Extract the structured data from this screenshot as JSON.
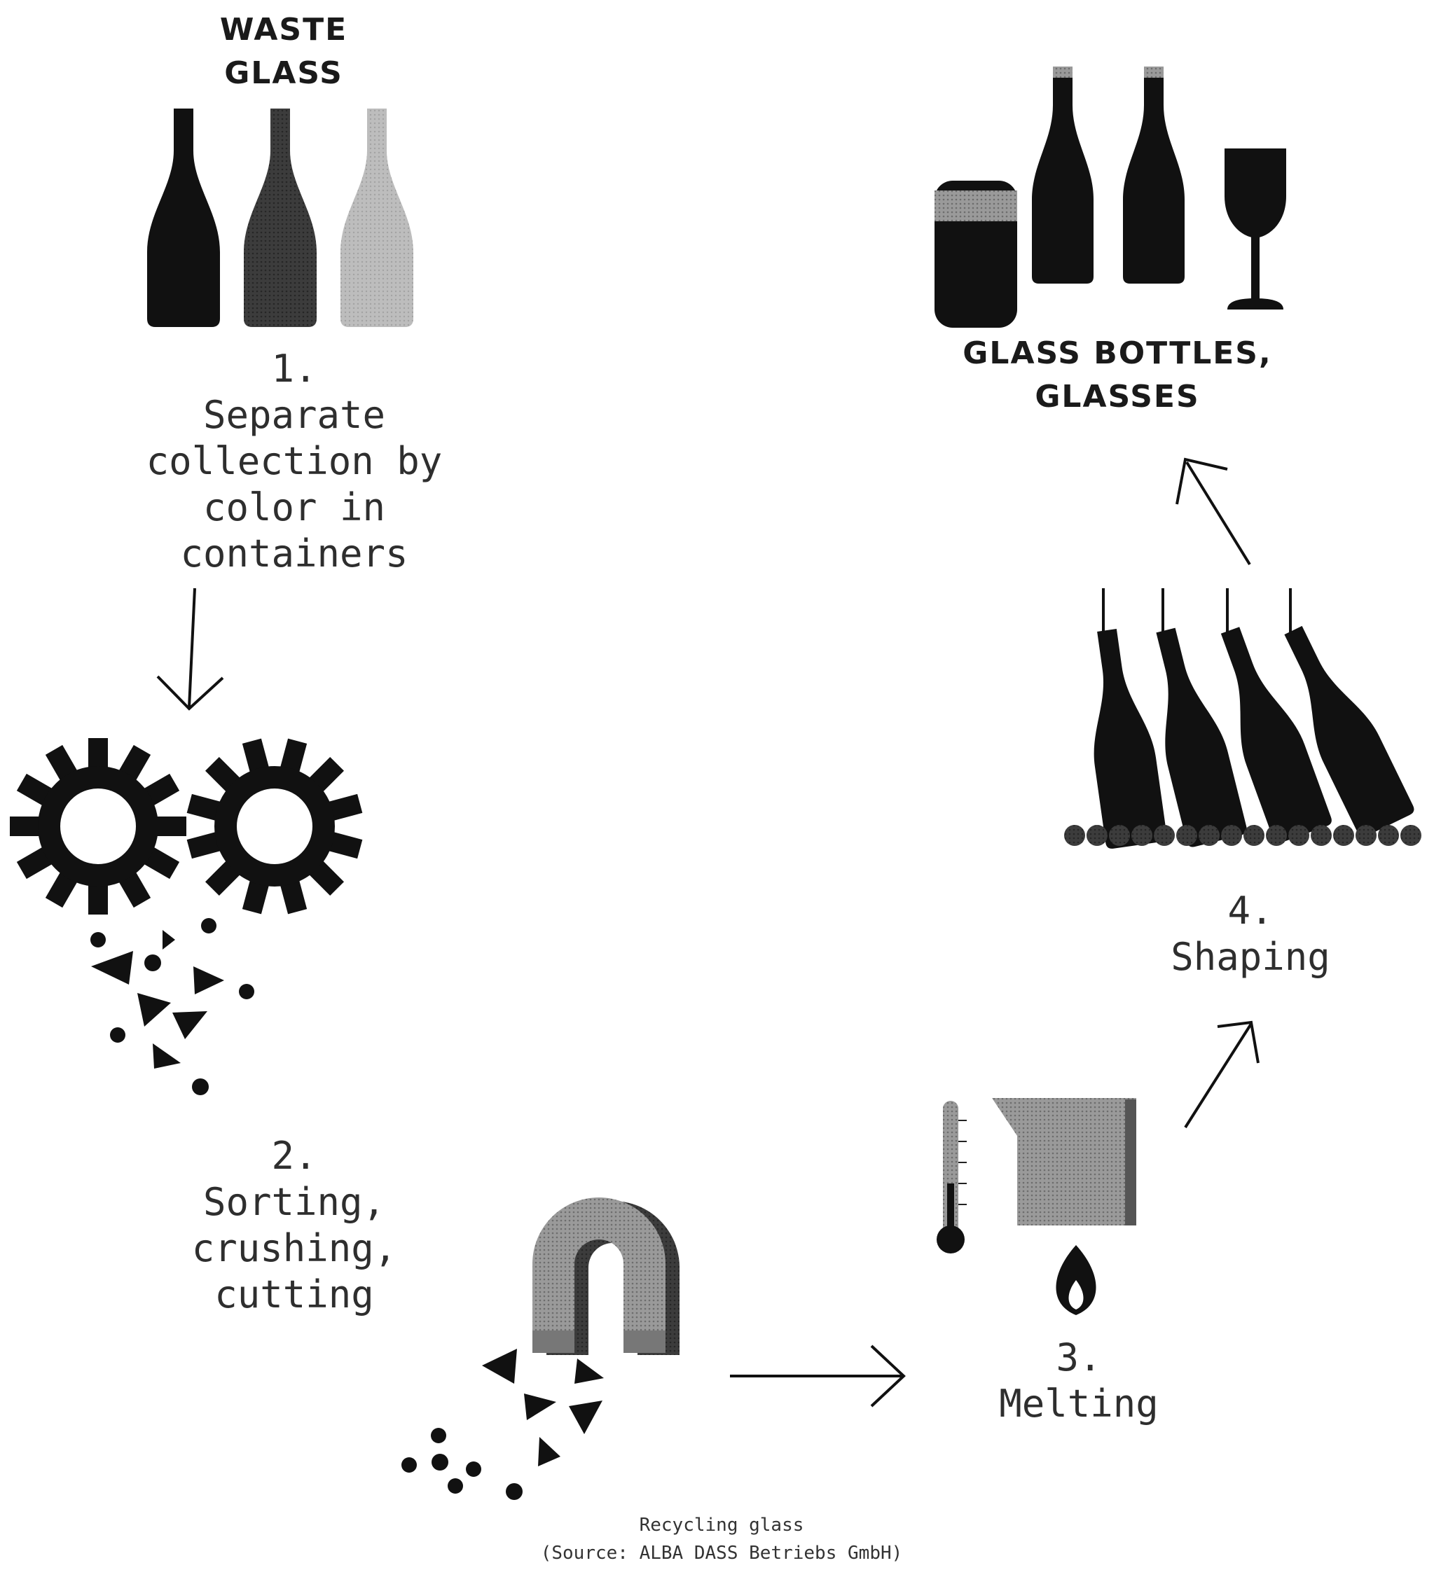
{
  "nodes": {
    "waste_glass": {
      "line1": "WASTE",
      "line2": "GLASS"
    },
    "products": {
      "line1": "GLASS BOTTLES,",
      "line2": "GLASSES"
    }
  },
  "steps": [
    {
      "number": "1.",
      "lines": [
        "Separate",
        "collection by",
        "color in",
        "containers"
      ]
    },
    {
      "number": "2.",
      "lines": [
        "Sorting,",
        "crushing,",
        "cutting"
      ]
    },
    {
      "number": "3.",
      "lines": [
        "Melting"
      ]
    },
    {
      "number": "4.",
      "lines": [
        "Shaping"
      ]
    }
  ],
  "caption": {
    "line1": "Recycling glass",
    "line2": "(Source: ALBA DASS Betriebs GmbH)"
  },
  "colors": {
    "ink": "#111111",
    "gray_dark": "#3a3a3a",
    "gray_mid": "#8a8a8a",
    "gray_light": "#b5b5b5"
  },
  "icons": [
    "bottle-icon",
    "gear-icon",
    "glass-fragments-icon",
    "magnet-icon",
    "thermometer-icon",
    "crucible-icon",
    "flame-icon",
    "jar-icon",
    "wine-glass-icon",
    "conveyor-icon",
    "arrow-icon"
  ]
}
